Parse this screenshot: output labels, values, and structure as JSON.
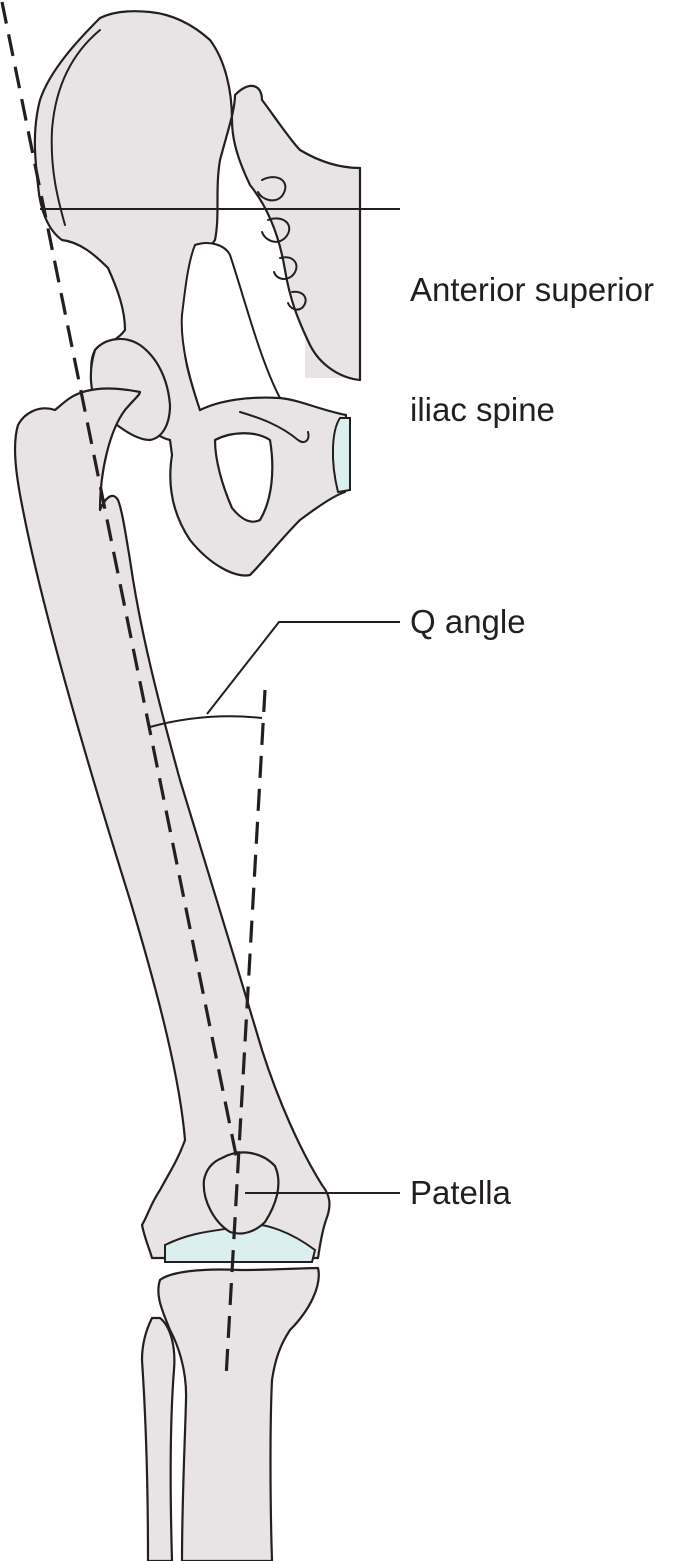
{
  "labels": {
    "asis": {
      "line1": "Anterior superior",
      "line2": "iliac spine"
    },
    "q_angle": "Q angle",
    "patella": "Patella"
  },
  "colors": {
    "bone": "#e8e4e6",
    "cartilage": "#dcefef",
    "outline": "#231f20"
  }
}
